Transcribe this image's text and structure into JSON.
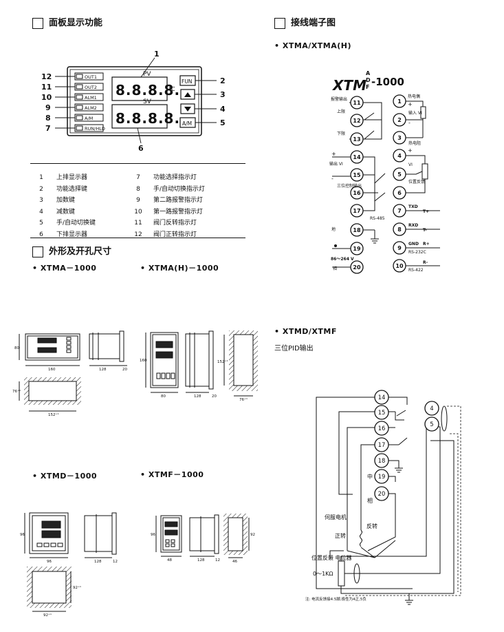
{
  "sections": {
    "panel_display": "面板显示功能",
    "wiring": "接线端子图",
    "dimensions": "外形及开孔尺寸"
  },
  "models": {
    "xtma_xtma_h": "• XTMA/XTMA(H)",
    "xtma_1000": "• XTMA－1000",
    "xtma_h_1000": "• XTMA(H)－1000",
    "xtmd_1000": "• XTMD－1000",
    "xtmf_1000": "• XTMF－1000",
    "xtmd_xtmf": "• XTMD/XTMF",
    "three_pid": "三位PID输出"
  },
  "panel": {
    "indicators": [
      "OUT1",
      "OUT2",
      "ALM1",
      "ALM2",
      "A/M",
      "RUN/HLD"
    ],
    "left_numbers": [
      "12",
      "11",
      "10",
      "9",
      "8",
      "7"
    ],
    "right_numbers": [
      "2",
      "3",
      "4",
      "5"
    ],
    "top_number": "1",
    "bottom_number": "6",
    "pv_label": "PV",
    "sv_label": "SV",
    "pv_value": "8.8.8.8.",
    "sv_value": "8.8.8.8.",
    "unit": "°C",
    "fun_button": "FUN",
    "am_button": "A/M"
  },
  "legend": [
    {
      "n": "1",
      "t": "上排显示器"
    },
    {
      "n": "2",
      "t": "功能选择键"
    },
    {
      "n": "3",
      "t": "加数键"
    },
    {
      "n": "4",
      "t": "减数键"
    },
    {
      "n": "5",
      "t": "手/自动切换键"
    },
    {
      "n": "6",
      "t": "下排显示器"
    },
    {
      "n": "7",
      "t": "功能选择指示灯"
    },
    {
      "n": "8",
      "t": "手/自动切换指示灯"
    },
    {
      "n": "9",
      "t": "第二路报警指示灯"
    },
    {
      "n": "10",
      "t": "第一路报警指示灯"
    },
    {
      "n": "11",
      "t": "阀门反转指示灯"
    },
    {
      "n": "12",
      "t": "阀门正转指示灯"
    }
  ],
  "wiring_a": {
    "brand_main": "XTM",
    "brand_letters": [
      "A",
      "D",
      "F"
    ],
    "brand_suffix": "-1000",
    "left_terminals": [
      "11",
      "12",
      "13",
      "14",
      "15",
      "16",
      "17",
      "18",
      "19",
      "20"
    ],
    "right_terminals": [
      "1",
      "2",
      "3",
      "4",
      "5",
      "6",
      "7",
      "8",
      "9",
      "10"
    ],
    "alarm_out": "报警输出",
    "upper_limit": "上限",
    "lower_limit": "下限",
    "output_vi": "输出 VI",
    "three_pos": "三位控制输出",
    "thermocouple": "热电偶",
    "input_vi": "输入 VI",
    "rtd": "热电阻",
    "vi": "VI",
    "position_feedback": "位置反馈",
    "rs485": "RS-485",
    "txd": "TXD",
    "rxd": "RXD",
    "gnd": "GND",
    "rs232c": "RS-232C",
    "rs422": "RS-422",
    "ground": "地",
    "power": "86～264 V",
    "phase": "相",
    "plus": "+",
    "minus": "-",
    "t_plus": "T+",
    "t_minus": "T-",
    "r_plus": "R+",
    "r_minus": "R-"
  },
  "dims": {
    "a_w": "160",
    "a_h": "80",
    "a_depth": "128",
    "a_flange": "20",
    "a_cut_w": "152⁺¹",
    "a_cut_h": "76⁺¹",
    "h_h": "160",
    "h_w": "80",
    "h_depth": "128",
    "h_flange": "20",
    "h_cut_h": "152⁺¹",
    "h_cut_w": "76⁺¹",
    "d_w": "96",
    "d_h": "96",
    "d_depth": "128",
    "d_flange": "12",
    "d_cut": "92⁺¹",
    "f_w": "48",
    "f_h": "96",
    "f_depth": "128",
    "f_flange": "12",
    "f_cut_w": "46",
    "f_cut_h": "92"
  },
  "wiring_d": {
    "terminals_left": [
      "14",
      "15",
      "16",
      "17",
      "18",
      "19",
      "20"
    ],
    "terminals_right": [
      "4",
      "5"
    ],
    "middle": "中",
    "phase": "相",
    "servo": "伺服电机",
    "forward": "正转",
    "reverse": "反转",
    "potentiometer": "位置反馈 电位器",
    "pot_range": "0～1KΩ",
    "note": "注: 电流反馈接4.5脚,极性为4正,5负"
  }
}
